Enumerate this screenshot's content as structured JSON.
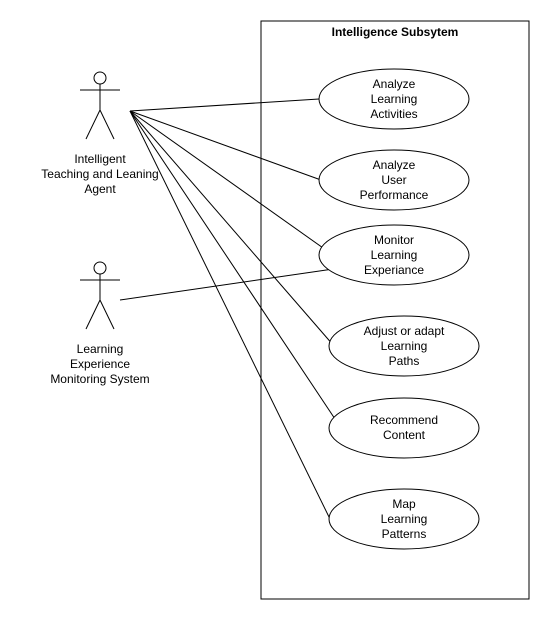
{
  "system": {
    "title": "Intelligence Subsytem"
  },
  "actors": [
    {
      "name": "actor-intelligent-agent",
      "lines": [
        "Intelligent",
        "Teaching and Leaning",
        "Agent"
      ]
    },
    {
      "name": "actor-monitoring-system",
      "lines": [
        "Learning",
        "Experience",
        "Monitoring System"
      ]
    }
  ],
  "use_cases": [
    {
      "name": "usecase-analyze-learning-activities",
      "lines": [
        "Analyze",
        "Learning",
        "Activities"
      ]
    },
    {
      "name": "usecase-analyze-user-performance",
      "lines": [
        "Analyze",
        "User",
        "Performance"
      ]
    },
    {
      "name": "usecase-monitor-learning-experience",
      "lines": [
        "Monitor",
        "Learning",
        "Experiance"
      ]
    },
    {
      "name": "usecase-adjust-learning-paths",
      "lines": [
        "Adjust or adapt",
        "Learning",
        "Paths"
      ]
    },
    {
      "name": "usecase-recommend-content",
      "lines": [
        "Recommend",
        "Content"
      ]
    },
    {
      "name": "usecase-map-learning-patterns",
      "lines": [
        "Map",
        "Learning",
        "Patterns"
      ]
    }
  ],
  "associations": [
    {
      "actor": 0,
      "use_case": 0
    },
    {
      "actor": 0,
      "use_case": 1
    },
    {
      "actor": 0,
      "use_case": 2
    },
    {
      "actor": 0,
      "use_case": 3
    },
    {
      "actor": 0,
      "use_case": 4
    },
    {
      "actor": 0,
      "use_case": 5
    },
    {
      "actor": 1,
      "use_case": 2
    }
  ]
}
